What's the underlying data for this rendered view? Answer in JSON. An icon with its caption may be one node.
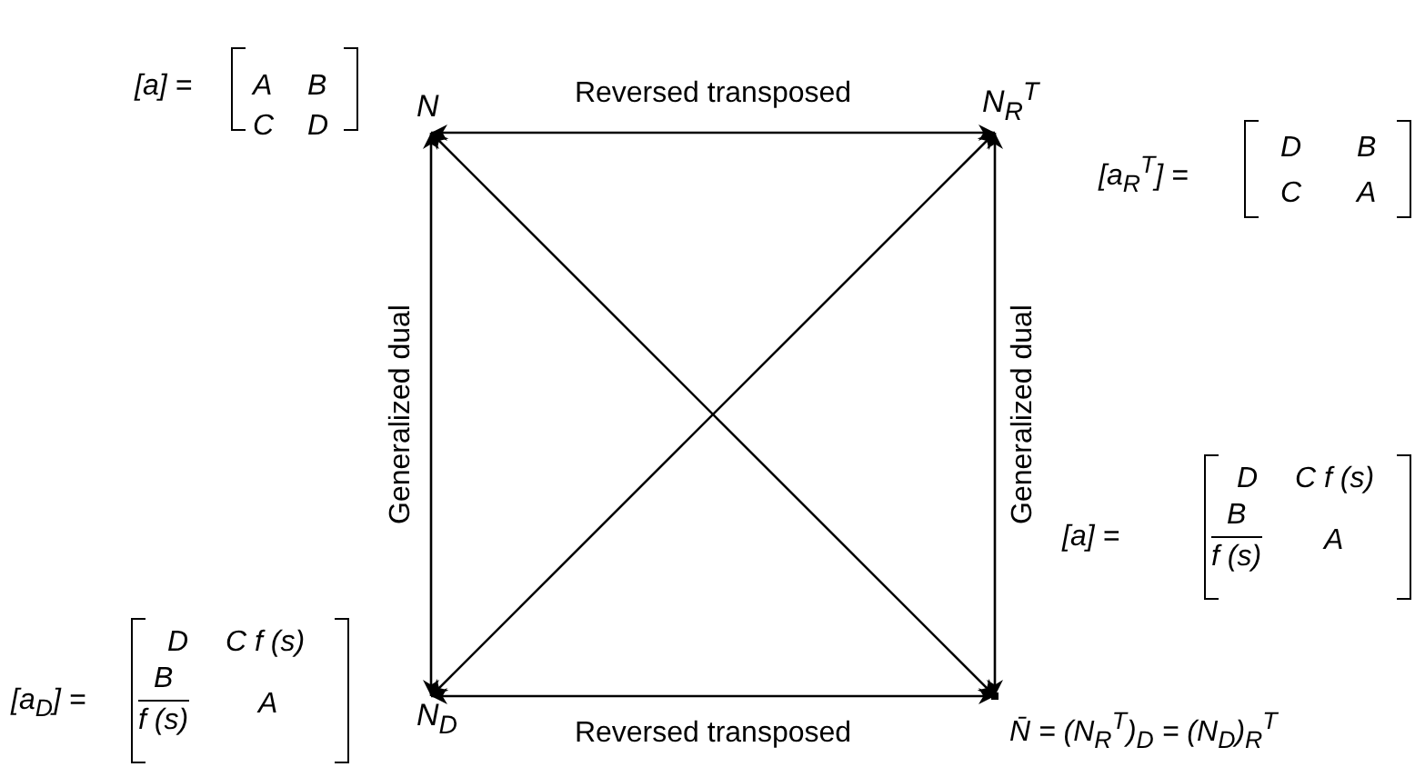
{
  "diagram": {
    "nodes": [
      {
        "text": [
          "N"
        ]
      },
      {
        "text": [
          "N$_{R}$$^{T}$"
        ]
      },
      {
        "text": [
          "N$_{D}$"
        ]
      },
      {
        "text": [],
        "shape": "point",
        "beside": [
          "N̄ = (N$_{R}$$^{T}$)$_{D}$ = (N$_{D}$)$_{R}$$^{T}$"
        ]
      }
    ],
    "edges": [
      {
        "from": 0,
        "to": 1,
        "arrow": "both",
        "label": "Reversed transposed"
      },
      {
        "from": 0,
        "to": 2,
        "arrow": "both",
        "label": "Generalized dual"
      },
      {
        "from": 1,
        "to": 3,
        "arrow": "both",
        "label": "Generalized dual"
      },
      {
        "from": 0,
        "to": 3,
        "arrow": "both"
      },
      {
        "from": 1,
        "to": 2,
        "arrow": "both"
      },
      {
        "from": 2,
        "to": 3,
        "arrow": "both",
        "label": "Reversed transposed"
      }
    ],
    "labels": [
      "[a] =",
      "A",
      "B",
      "C",
      "D",
      "[a$_{R}$$^{T}$] =",
      "D",
      "B",
      "C",
      "A",
      "[a] =",
      "D",
      "C f (s)",
      "B",
      "f (s)",
      "A",
      "[a$_{D}$] =",
      "D",
      "C f (s)",
      "B",
      "f (s)",
      "A"
    ]
  }
}
